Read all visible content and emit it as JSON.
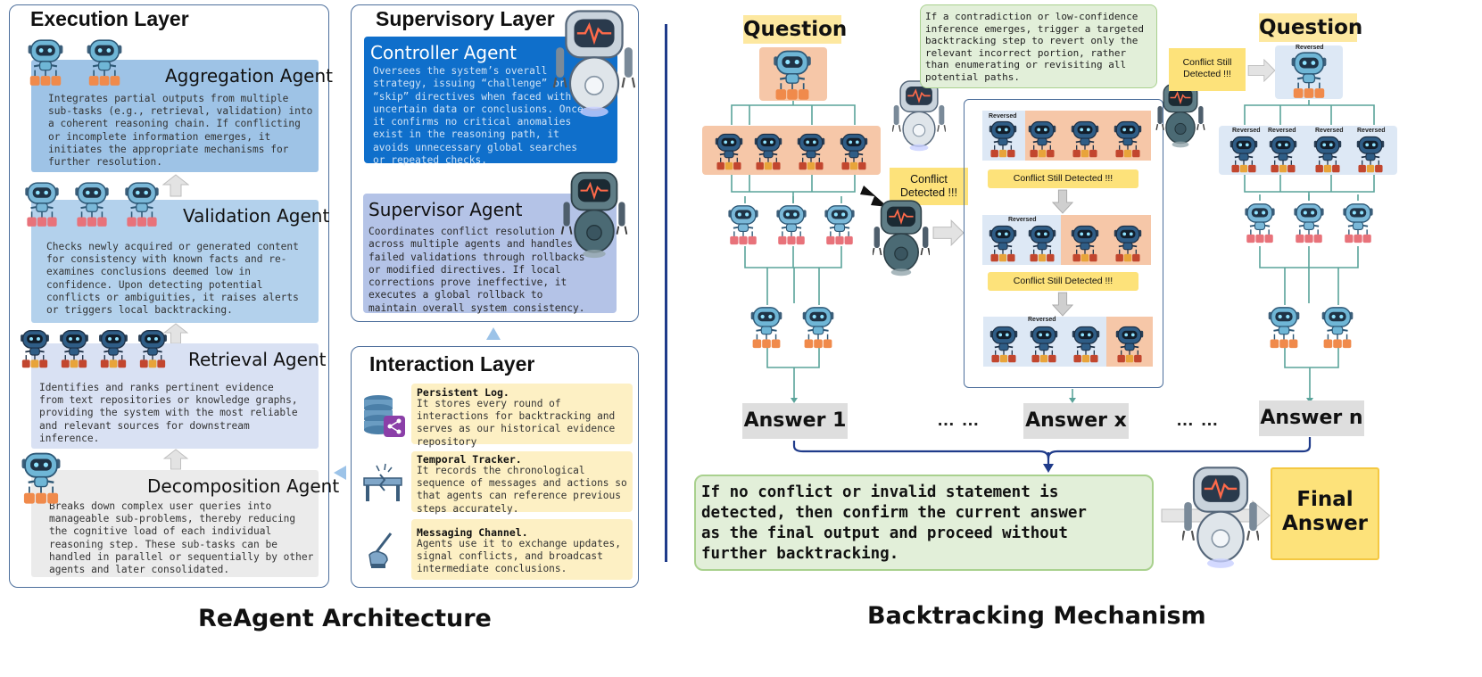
{
  "architecture": {
    "caption": "ReAgent Architecture",
    "execution_layer": {
      "title": "Execution Layer",
      "agents": [
        {
          "name": "Aggregation Agent",
          "desc": [
            "Integrates partial outputs from multiple",
            "sub-tasks (e.g., retrieval, validation) into",
            "a coherent reasoning chain. If conflicting",
            "or incomplete information emerges, it",
            "initiates the appropriate mechanisms for",
            "further resolution."
          ]
        },
        {
          "name": "Validation Agent",
          "desc": [
            "Checks newly acquired or generated content",
            "for consistency with known facts and re-",
            "examines conclusions deemed low in",
            "confidence. Upon detecting potential",
            "conflicts or ambiguities, it raises alerts",
            "or triggers local backtracking."
          ]
        },
        {
          "name": "Retrieval Agent",
          "desc": [
            "Identifies and ranks pertinent evidence",
            "from text repositories or knowledge graphs,",
            "providing the system with the most reliable",
            "and relevant sources for downstream",
            "inference."
          ]
        },
        {
          "name": "Decomposition Agent",
          "desc": [
            "Breaks down complex user queries into",
            "manageable sub-problems, thereby reducing",
            "the cognitive load of each individual",
            "reasoning step. These sub-tasks can be",
            "handled in parallel or sequentially by other",
            "agents and later consolidated."
          ]
        }
      ]
    },
    "supervisory_layer": {
      "title": "Supervisory Layer",
      "controller": {
        "name": "Controller Agent",
        "desc": [
          "Oversees the system’s overall",
          "strategy, issuing “challenge” or",
          "“skip” directives when faced with",
          "uncertain data or conclusions. Once",
          "it confirms no critical anomalies",
          "exist in the reasoning path, it",
          "avoids unnecessary global searches",
          "or repeated checks."
        ]
      },
      "supervisor": {
        "name": "Supervisor Agent",
        "desc": [
          "Coordinates conflict resolution",
          "across multiple agents and handles",
          "failed validations through rollbacks",
          "or modified directives. If local",
          "corrections prove ineffective, it",
          "executes a global rollback to",
          "maintain overall system consistency."
        ]
      }
    },
    "interaction_layer": {
      "title": "Interaction Layer",
      "items": [
        {
          "title": "Persistent Log.",
          "icon": "database-share-icon",
          "desc": [
            "It stores every round of",
            "interactions for backtracking and",
            "serves as our historical evidence",
            "repository"
          ]
        },
        {
          "title": "Temporal Tracker.",
          "icon": "broken-bridge-icon",
          "desc": [
            "It records the chronological",
            "sequence of messages and actions so",
            "that agents can reference previous",
            "steps accurately."
          ]
        },
        {
          "title": "Messaging Channel.",
          "icon": "hand-pen-icon",
          "desc": [
            "Agents use it to exchange updates,",
            "signal conflicts, and broadcast",
            "intermediate conclusions."
          ]
        }
      ]
    }
  },
  "backtracking": {
    "caption": "Backtracking Mechanism",
    "question_label": "Question",
    "top_note": [
      "If a contradiction or low-confidence",
      "inference emerges, trigger a targeted",
      "backtracking step to revert only the",
      "relevant incorrect portion, rather",
      "than enumerating or revisiting all",
      "potential paths."
    ],
    "conflict_detected": [
      "Conflict",
      "Detected !!!"
    ],
    "conflict_still_detected": "Conflict Still Detected !!!",
    "conflict_still_detected_2line": [
      "Conflict Still",
      "Detected !!!"
    ],
    "reversed_label": "Reversed",
    "answers": [
      "Answer 1",
      "Answer x",
      "Answer n"
    ],
    "ellipsis": "… …",
    "bottom_note": [
      "If no conflict or invalid statement is",
      "detected, then confirm the current answer",
      "as the final output and proceed without",
      "further backtracking."
    ],
    "final_answer": [
      "Final",
      "Answer"
    ]
  },
  "colors": {
    "panel_border": "#4d6f9c",
    "aggregation_bg": "#9ec3e6",
    "validation_bg": "#b3d1ec",
    "retrieval_bg": "#d9e1f3",
    "decomposition_bg": "#ebebeb",
    "controller_bg": "#0f6fcb",
    "supervisor_bg": "#b4c3e7",
    "interaction_bg": "#fdf0c4",
    "question_bg": "#fde8a0",
    "conflict_bg": "#fde27a",
    "answer_bg": "#dedede",
    "note_bg": "#e2efd9",
    "note_border": "#a9d18e",
    "final_bg": "#fde27a",
    "tree_line": "#5aa39a",
    "divider": "#1f3b8a"
  }
}
